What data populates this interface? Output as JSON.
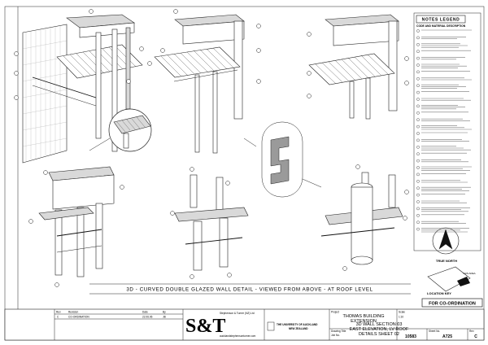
{
  "drawing_title": "3D - CURVED DOUBLE GLAZED WALL DETAIL - VIEWED FROM ABOVE - AT ROOF LEVEL",
  "legend": {
    "title": "NOTES LEGEND",
    "subtitle": "CODE AND MATERIAL DESCRIPTION",
    "item_count": 30
  },
  "firm": {
    "logo": "S&T",
    "name": "Stephenson & Turner (NZ) Ltd",
    "email": "aucklandstephensonturner.com"
  },
  "client": {
    "name": "THE UNIVERSITY OF AUCKLAND",
    "region": "NEW ZEALAND"
  },
  "project": {
    "name": "THOMAS BUILDING",
    "subtitle": "EXTENSION"
  },
  "sheet_title": {
    "line1": "3D WALL SECTION 03",
    "line2": "EAST ELEVATION, LV ROOF",
    "line3": "DETAILS SHEET 02"
  },
  "job_number": "10583",
  "sheet_number": "A725",
  "revision": "C",
  "status_stamp": "FOR CO-ORDINATION",
  "north_label": "TRUE NORTH",
  "location_key_label": "LOCATION KEY",
  "location_key_text": "THIS AREA",
  "titleblock_headers": {
    "rev": "Rev",
    "revision": "Revision",
    "date": "Date",
    "by": "By",
    "project": "Project",
    "drawing_title": "Drawing Title",
    "job_no": "Job No.",
    "sheet_no": "Sheet No.",
    "rev_short": "Rev"
  },
  "revision_row": {
    "rev": "C",
    "text": "CO-ORDINATION",
    "date": "22.06.06",
    "by": "JB"
  },
  "scale_label": "Scale",
  "scale_value": "1:10"
}
